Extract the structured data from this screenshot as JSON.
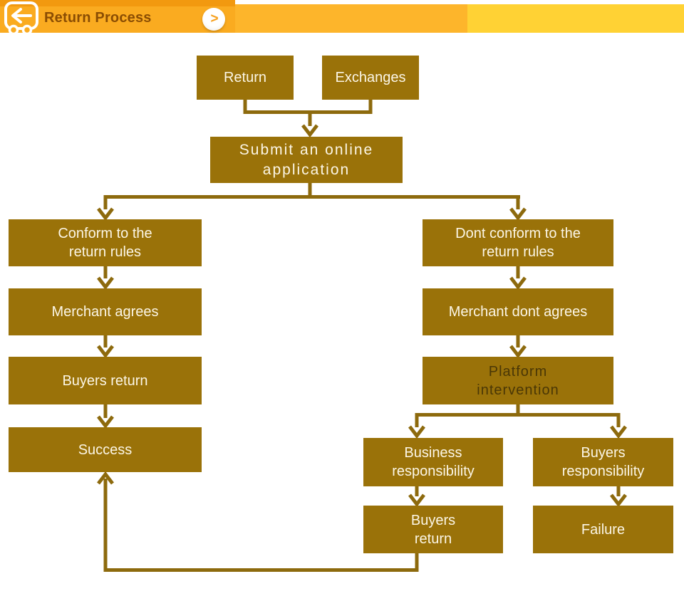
{
  "header": {
    "title": "Return Process",
    "chevron_button": ">",
    "colors": {
      "bar_left_top": "#F2990F",
      "bar_left": "#FAAB20",
      "bar_mid": "#FDB52B",
      "bar_right": "#FFD234",
      "title_text": "#8A4D03",
      "chevron": "#F6A01D",
      "icon": "#FFFFFF"
    }
  },
  "flowchart": {
    "colors": {
      "node_fill": "#9A7209",
      "node_text": "#FCF6E6",
      "node_text_dark": "#4A3706",
      "connector": "#8D6A0D",
      "background": "#FFFFFF"
    },
    "nodes": {
      "return": {
        "label": "Return"
      },
      "exchanges": {
        "label": "Exchanges"
      },
      "submit_application": {
        "label": "Submit an online\napplication"
      },
      "conform_rules": {
        "label": "Conform to the\nreturn rules"
      },
      "dont_conform_rules": {
        "label": "Dont conform to the\nreturn rules"
      },
      "merchant_agrees": {
        "label": "Merchant agrees"
      },
      "merchant_dont_agrees": {
        "label": "Merchant dont agrees"
      },
      "buyers_return_left": {
        "label": "Buyers return"
      },
      "platform_intervention": {
        "label": "Platform\nintervention"
      },
      "success": {
        "label": "Success"
      },
      "business_responsibility": {
        "label": "Business\nresponsibility"
      },
      "buyers_responsibility": {
        "label": "Buyers\nresponsibility"
      },
      "buyers_return_bottom": {
        "label": "Buyers\nreturn"
      },
      "failure": {
        "label": "Failure"
      }
    },
    "edges": [
      {
        "from": "return",
        "to": "submit_application"
      },
      {
        "from": "exchanges",
        "to": "submit_application"
      },
      {
        "from": "submit_application",
        "to": "conform_rules"
      },
      {
        "from": "submit_application",
        "to": "dont_conform_rules"
      },
      {
        "from": "conform_rules",
        "to": "merchant_agrees"
      },
      {
        "from": "merchant_agrees",
        "to": "buyers_return_left"
      },
      {
        "from": "buyers_return_left",
        "to": "success"
      },
      {
        "from": "dont_conform_rules",
        "to": "merchant_dont_agrees"
      },
      {
        "from": "merchant_dont_agrees",
        "to": "platform_intervention"
      },
      {
        "from": "platform_intervention",
        "to": "business_responsibility"
      },
      {
        "from": "platform_intervention",
        "to": "buyers_responsibility"
      },
      {
        "from": "business_responsibility",
        "to": "buyers_return_bottom"
      },
      {
        "from": "buyers_responsibility",
        "to": "failure"
      },
      {
        "from": "buyers_return_bottom",
        "to": "success"
      }
    ]
  }
}
